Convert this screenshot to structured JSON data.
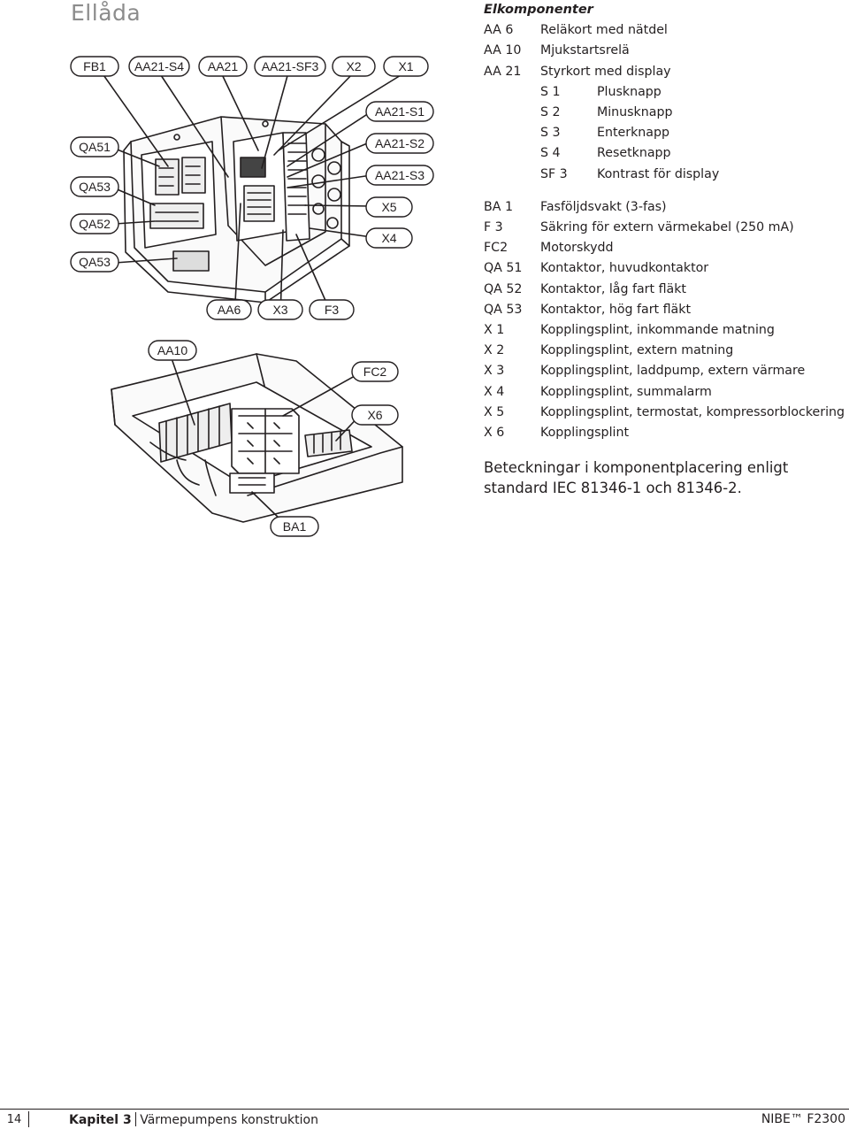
{
  "page_title": "Ellåda",
  "diagram": {
    "labels": {
      "fb1": "FB1",
      "aa21s4": "AA21-S4",
      "aa21": "AA21",
      "aa21sf3": "AA21-SF3",
      "x2": "X2",
      "x1": "X1",
      "aa21s1": "AA21-S1",
      "aa21s2": "AA21-S2",
      "aa21s3": "AA21-S3",
      "x5": "X5",
      "x4": "X4",
      "qa51": "QA51",
      "qa53a": "QA53",
      "qa52": "QA52",
      "qa53b": "QA53",
      "aa6": "AA6",
      "x3": "X3",
      "f3": "F3",
      "aa10": "AA10",
      "fc2": "FC2",
      "x6": "X6",
      "ba1": "BA1"
    }
  },
  "legend": {
    "heading": "Elkomponenter",
    "group1": [
      {
        "code": "AA 6",
        "desc": "Reläkort med nätdel"
      },
      {
        "code": "AA 10",
        "desc": "Mjukstartsrelä"
      },
      {
        "code": "AA 21",
        "desc": "Styrkort med display"
      }
    ],
    "sub": [
      {
        "code": "S 1",
        "desc": "Plusknapp"
      },
      {
        "code": "S 2",
        "desc": "Minusknapp"
      },
      {
        "code": "S 3",
        "desc": "Enterknapp"
      },
      {
        "code": "S 4",
        "desc": "Resetknapp"
      },
      {
        "code": "SF 3",
        "desc": "Kontrast för display"
      }
    ],
    "group2": [
      {
        "code": "BA 1",
        "desc": "Fasföljdsvakt (3-fas)"
      },
      {
        "code": "F 3",
        "desc": "Säkring för extern värmekabel (250 mA)"
      },
      {
        "code": "FC2",
        "desc": "Motorskydd"
      },
      {
        "code": "QA 51",
        "desc": "Kontaktor, huvudkontaktor"
      },
      {
        "code": "QA 52",
        "desc": "Kontaktor, låg fart fläkt"
      },
      {
        "code": "QA 53",
        "desc": "Kontaktor, hög fart fläkt"
      },
      {
        "code": "X 1",
        "desc": "Kopplingsplint, inkommande matning"
      },
      {
        "code": "X 2",
        "desc": "Kopplingsplint, extern matning"
      },
      {
        "code": "X 3",
        "desc": "Kopplingsplint, laddpump, extern värmare"
      },
      {
        "code": "X 4",
        "desc": "Kopplingsplint, summalarm"
      },
      {
        "code": "X 5",
        "desc": "Kopplingsplint, termostat, kompressorblockering"
      },
      {
        "code": "X 6",
        "desc": "Kopplingsplint"
      }
    ],
    "note": "Beteckningar i komponentplacering enligt standard IEC 81346-1 och 81346-2."
  },
  "footer": {
    "page_number": "14",
    "chapter_bold": "Kapitel 3",
    "chapter_title": "Värmepumpens konstruktion",
    "brand": "NIBE™ F2300"
  }
}
